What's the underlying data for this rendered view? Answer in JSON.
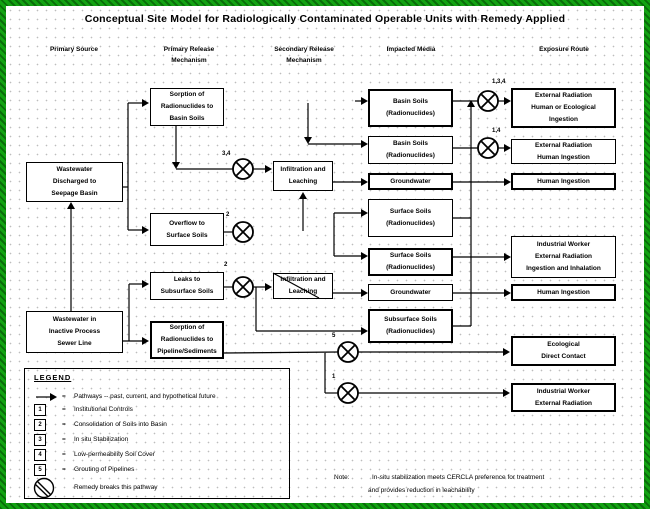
{
  "title": "Conceptual Site Model for Radiologically Contaminated Operable Units with Remedy Applied",
  "column_headers": [
    "Primary Source",
    "Primary Release\nMechanism",
    "Secondary Release\nMechanism",
    "Impacted Media",
    "Exposure Route"
  ],
  "primary_source": {
    "basin": "Wastewater\nDischarged to\nSeepage Basin",
    "sewer": "Wastewater in\nInactive Process\nSewer Line"
  },
  "primary_release": {
    "sorption_basin": "Sorption of\nRadionuclides to\nBasin Soils",
    "overflow": "Overflow to\nSurface Soils",
    "leaks": "Leaks to\nSubsurface Soils",
    "sorption_pipeline": "Sorption of\nRadionuclides to\nPipeline/Sediments"
  },
  "secondary_release": {
    "infiltration1": "Infiltration and\nLeaching",
    "infiltration2": "Infiltration and\nLeaching"
  },
  "impacted_media": {
    "basin1": "Basin Soils\n(Radionuclides)",
    "basin2": "Basin Soils\n(Radionuclides)",
    "groundwater1": "Groundwater",
    "surface1": "Surface Soils\n(Radionuclides)",
    "surface2": "Surface Soils\n(Radionuclides)",
    "groundwater2": "Groundwater",
    "subsurface": "Subsurface Soils\n(Radionuclides)"
  },
  "exposure_route": {
    "ext_rad_eco": "External Radiation\nHuman or Ecological\nIngestion",
    "ext_rad_human": "External Radiation\nHuman Ingestion",
    "human_ingestion1": "Human Ingestion",
    "industrial_worker1": "Industrial Worker\nExternal Radiation\nIngestion and Inhalation",
    "human_ingestion2": "Human Ingestion",
    "ecological": "Ecological\nDirect Contact",
    "industrial_worker2": "Industrial Worker\nExternal Radiation"
  },
  "pathway_labels": {
    "c1": "3,4",
    "c2": "2",
    "c3": "2",
    "c4": "1,3,4",
    "c5": "1,4",
    "c6": "5",
    "c7": "1"
  },
  "legend": {
    "title": "LEGEND",
    "eq": "=",
    "pathways_text": "Pathways -- past, current, and hypothetical future",
    "items": [
      {
        "num": "1",
        "text": "Institutional Controls"
      },
      {
        "num": "2",
        "text": "Consolidation of Soils into Basin"
      },
      {
        "num": "3",
        "text": "In situ Stabilization"
      },
      {
        "num": "4",
        "text": "Low-permeability Soil Cover"
      },
      {
        "num": "5",
        "text": "Grouting of Pipelines"
      }
    ],
    "remedy_text": "Remedy breaks this pathway"
  },
  "note": {
    "label": "Note:",
    "line1": "In-situ stabilization meets CERCLA preference for treatment",
    "line2": "and provides reduction in leachability"
  }
}
